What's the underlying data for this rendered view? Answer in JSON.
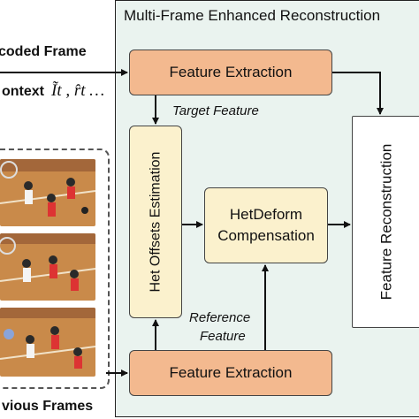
{
  "panel_title": "Multi-Frame Enhanced Reconstruction",
  "inputs": {
    "coded_frame": "coded Frame",
    "context": "ontext",
    "context_symbols": "Ĩt , r̂t …",
    "previous_frames": "vious Frames"
  },
  "blocks": {
    "feature_extraction_top": "Feature Extraction",
    "feature_extraction_bottom": "Feature Extraction",
    "het_offsets": "Het Offsets Estimation",
    "hetdeform_line1": "HetDeform",
    "hetdeform_line2": "Compensation",
    "feature_reconstruction": "Feature Reconstruction"
  },
  "annotations": {
    "target_feature": "Target Feature",
    "reference_feature_line1": "Reference",
    "reference_feature_line2": "Feature"
  },
  "colors": {
    "panel_bg": "#eaf3ef",
    "feature_extraction": "#f3b98f",
    "het_blocks": "#fbf1cd",
    "reconstruction": "#ffffff",
    "court_floor": "#c98a4a"
  },
  "thumbnails": [
    "basketball-frame",
    "basketball-frame",
    "basketball-frame"
  ]
}
